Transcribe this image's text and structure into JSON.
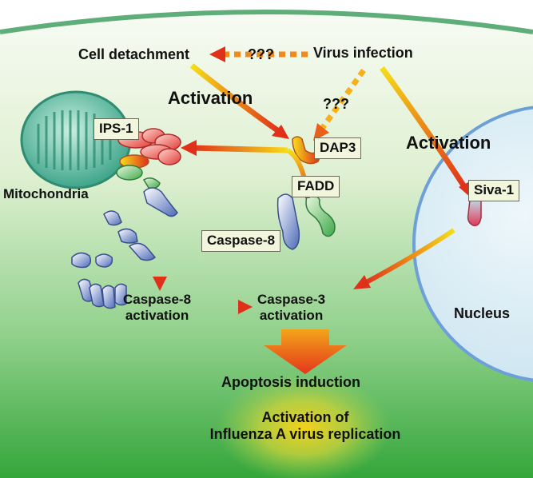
{
  "labels": {
    "cell_detachment": "Cell detachment",
    "virus_infection": "Virus infection",
    "unknown_1": "???",
    "unknown_2": "???",
    "activation_left": "Activation",
    "activation_right": "Activation",
    "mitochondria": "Mitochondria",
    "nucleus": "Nucleus",
    "casp8_activation_line1": "Caspase-8",
    "casp8_activation_line2": "activation",
    "casp3_activation_line1": "Caspase-3",
    "casp3_activation_line2": "activation",
    "apoptosis_induction": "Apoptosis induction",
    "replication_line1": "Activation of",
    "replication_line2": "Influenza A virus replication"
  },
  "boxes": {
    "ips1": "IPS-1",
    "dap3": "DAP3",
    "fadd": "FADD",
    "caspase8": "Caspase-8",
    "siva1": "Siva-1"
  },
  "colors": {
    "background_top": "#f4f9ee",
    "background_bottom": "#35a83b",
    "cell_membrane": "#5fae7a",
    "nucleus_fill": "#d8ecf4",
    "nucleus_border": "#6d9fd8",
    "mitochondria": "#3ea58a",
    "arrow_start": "#f5dd18",
    "arrow_end": "#e0301a",
    "label_box": "#f1f6dc"
  }
}
